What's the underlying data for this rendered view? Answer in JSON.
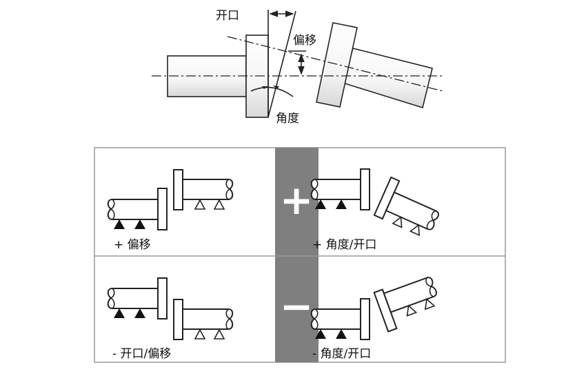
{
  "top_diagram": {
    "label_opening": "开口",
    "label_offset": "偏移",
    "label_angle": "角度"
  },
  "grid": {
    "colors": {
      "divider": "#7f7f7f",
      "border": "#999999",
      "fill_support": "#111111"
    },
    "center_signs": [
      "+",
      "−"
    ],
    "cells": [
      {
        "label": "+ 偏移"
      },
      {
        "label": "+ 角度/开口"
      },
      {
        "label": "- 开口/偏移"
      },
      {
        "label": "- 角度/开口"
      }
    ]
  }
}
